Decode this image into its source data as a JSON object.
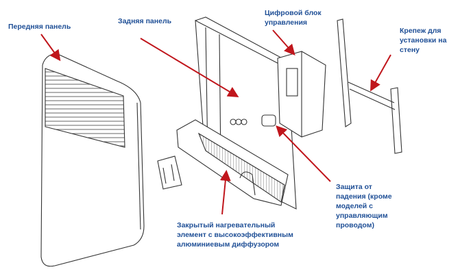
{
  "labels": {
    "front_panel": "Передняя панель",
    "back_panel": "Задняя панель",
    "control_unit": "Цифровой блок\nуправления",
    "wall_mount": "Крепеж для\nустановки на\nстену",
    "fall_protection": "Защита от\nпадения (кроме\nмоделей с\nуправляющим\nпроводом)",
    "heating_element": "Закрытый нагревательный\nэлемент с высокоэффективным\nалюминиевым диффузором"
  },
  "colors": {
    "label": "#1f4f96",
    "arrow": "#c0161c",
    "line": "#333333"
  }
}
